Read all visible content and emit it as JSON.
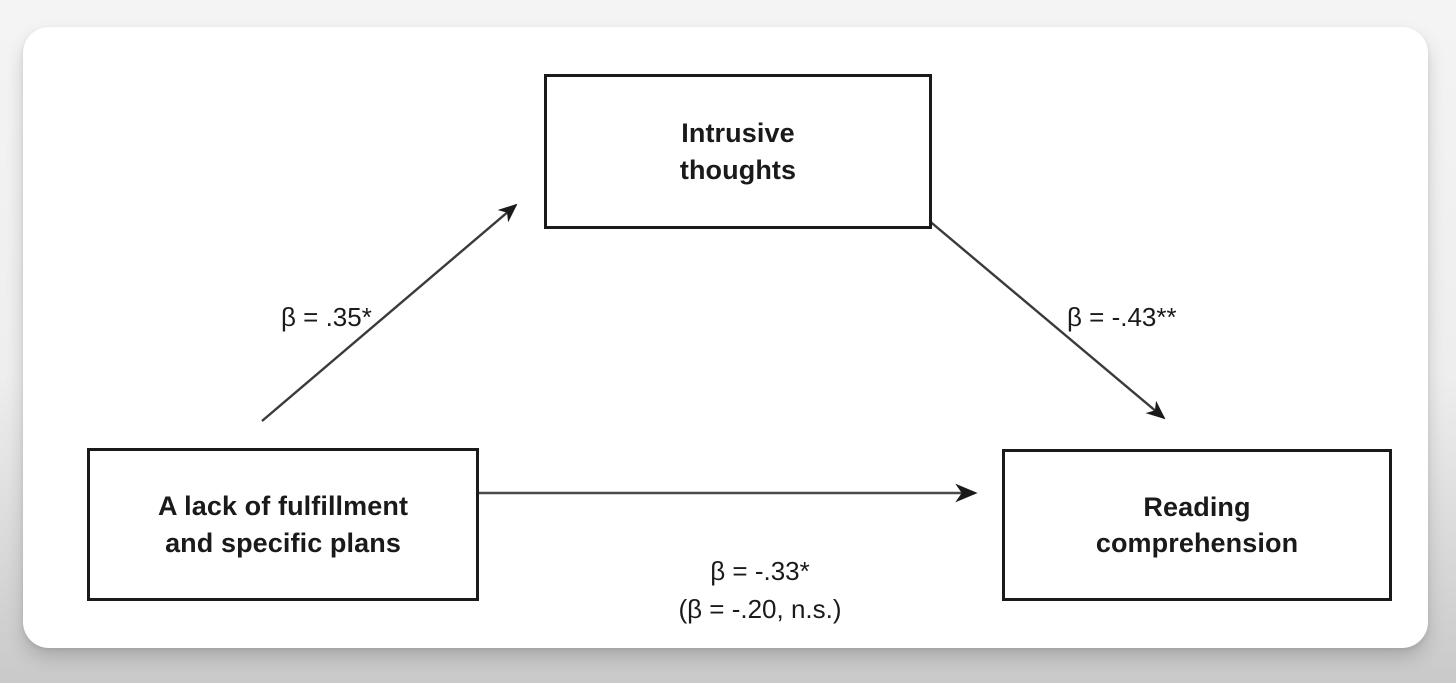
{
  "figure": {
    "type": "mediation-path-diagram",
    "background_color": "#eeeeee",
    "card_color": "#ffffff",
    "line_color": "#1a1a1a"
  },
  "nodes": {
    "mediator": {
      "id": "intrusive-thoughts",
      "label": "Intrusive\nthoughts"
    },
    "predictor": {
      "id": "lack-of-fulfillment",
      "label": "A lack of fulfillment\nand specific plans"
    },
    "outcome": {
      "id": "reading-comprehension",
      "label": "Reading\ncomprehension"
    }
  },
  "paths": {
    "a": {
      "from": "lack-of-fulfillment",
      "to": "intrusive-thoughts",
      "label": "β = .35*",
      "coefficient": 0.35,
      "significance": "*"
    },
    "b": {
      "from": "intrusive-thoughts",
      "to": "reading-comprehension",
      "label": "β = -.43**",
      "coefficient": -0.43,
      "significance": "**"
    },
    "c": {
      "from": "lack-of-fulfillment",
      "to": "reading-comprehension",
      "label": "β = -.33*\n(β = -.20, n.s.)",
      "total_effect": -0.33,
      "total_significance": "*",
      "direct_effect": -0.2,
      "direct_significance": "n.s."
    }
  }
}
